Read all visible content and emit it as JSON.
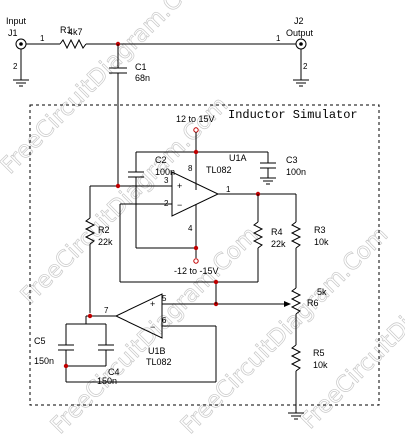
{
  "schematic": {
    "title": "Inductor Simulator",
    "watermark": "FreeCircuitDiagram.Com",
    "connectors": {
      "j1": {
        "name": "Input",
        "ref": "J1",
        "pin1": "1",
        "pin2": "2"
      },
      "j2": {
        "name": "Output",
        "ref": "J2",
        "pin1": "1",
        "pin2": "2"
      }
    },
    "components": {
      "r1": {
        "ref": "R1",
        "value": "4k7"
      },
      "c1": {
        "ref": "C1",
        "value": "68n"
      },
      "c2": {
        "ref": "C2",
        "value": "100n"
      },
      "c3": {
        "ref": "C3",
        "value": "100n"
      },
      "u1a": {
        "ref": "U1A",
        "value": "TL082",
        "pins": {
          "in_plus": "3",
          "in_minus": "2",
          "out": "1",
          "vplus": "8",
          "vminus": "4"
        }
      },
      "u1b": {
        "ref": "U1B",
        "value": "TL082",
        "pins": {
          "in_plus": "5",
          "in_minus": "6",
          "out": "7"
        }
      },
      "r2": {
        "ref": "R2",
        "value": "22k"
      },
      "r3": {
        "ref": "R3",
        "value": "10k"
      },
      "r4": {
        "ref": "R4",
        "value": "22k"
      },
      "r5": {
        "ref": "R5",
        "value": "10k"
      },
      "r6": {
        "ref": "R6",
        "value": "5k"
      },
      "c4": {
        "ref": "C4",
        "value": "150n"
      },
      "c5": {
        "ref": "C5",
        "value": "150n"
      }
    },
    "supplies": {
      "positive": "12 to 15V",
      "negative": "-12 to -15V"
    }
  }
}
